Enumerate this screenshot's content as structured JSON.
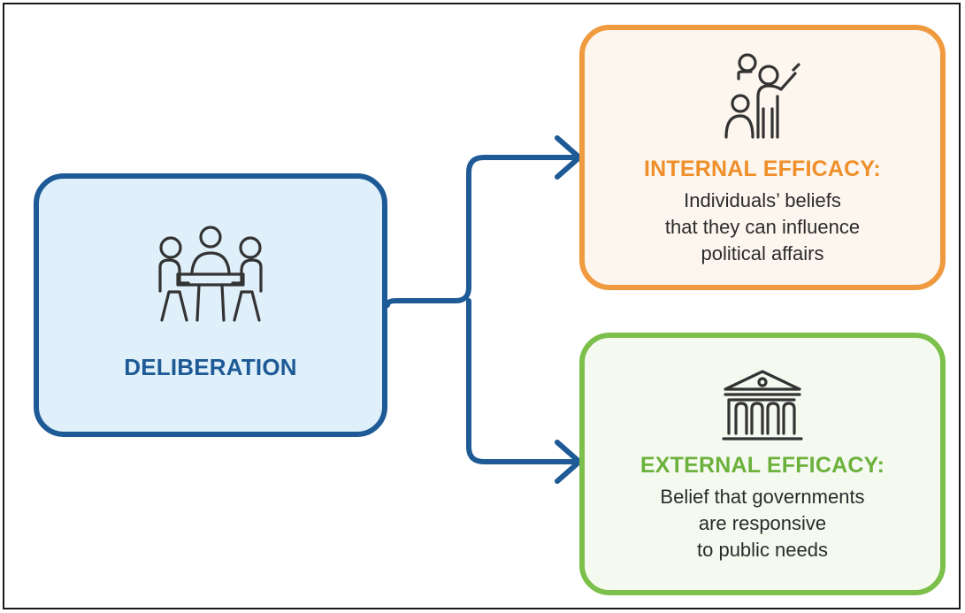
{
  "diagram": {
    "source": {
      "title": "DELIBERATION",
      "icon": "people-around-table-icon",
      "color": "#1d5a96"
    },
    "internal": {
      "title": "INTERNAL EFFICACY:",
      "description": "Individuals’ beliefs\nthat they can influence\npolitical affairs",
      "icon": "person-speaking-to-audience-icon",
      "color": "#ef9a3f"
    },
    "external": {
      "title": "EXTERNAL EFFICACY:",
      "description": "Belief that governments\nare responsive\nto public needs",
      "icon": "government-building-icon",
      "color": "#7cc04b"
    },
    "connector_color": "#1d5a96"
  }
}
